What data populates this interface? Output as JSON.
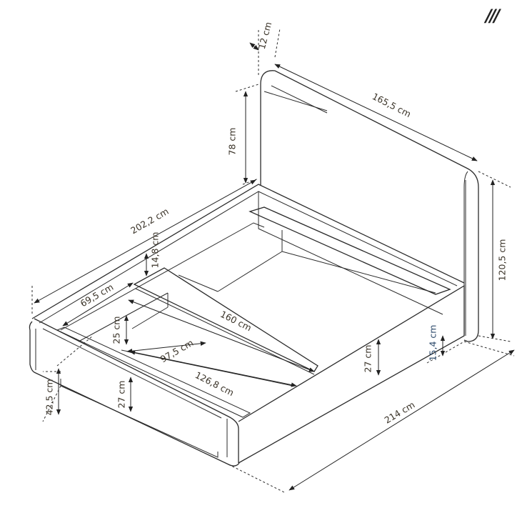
{
  "logo": "///",
  "dimensions": {
    "headboard_thickness": "12 cm",
    "headboard_width": "165,5 cm",
    "headboard_height_above_frame": "78 cm",
    "frame_length": "202,2 cm",
    "headboard_total_height": "120,5 cm",
    "rail_drop": "14,8 cm",
    "front_compartment_length": "69,5 cm",
    "inner_width": "160 cm",
    "storage_depth": "25 cm",
    "storage_compartment_length": "97,5 cm",
    "headboard_ground_clearance": "15,4 cm",
    "side_height_right": "27 cm",
    "inner_length": "126,8 cm",
    "total_height_front": "42,5 cm",
    "side_height_front": "27 cm",
    "total_length": "214 cm"
  }
}
